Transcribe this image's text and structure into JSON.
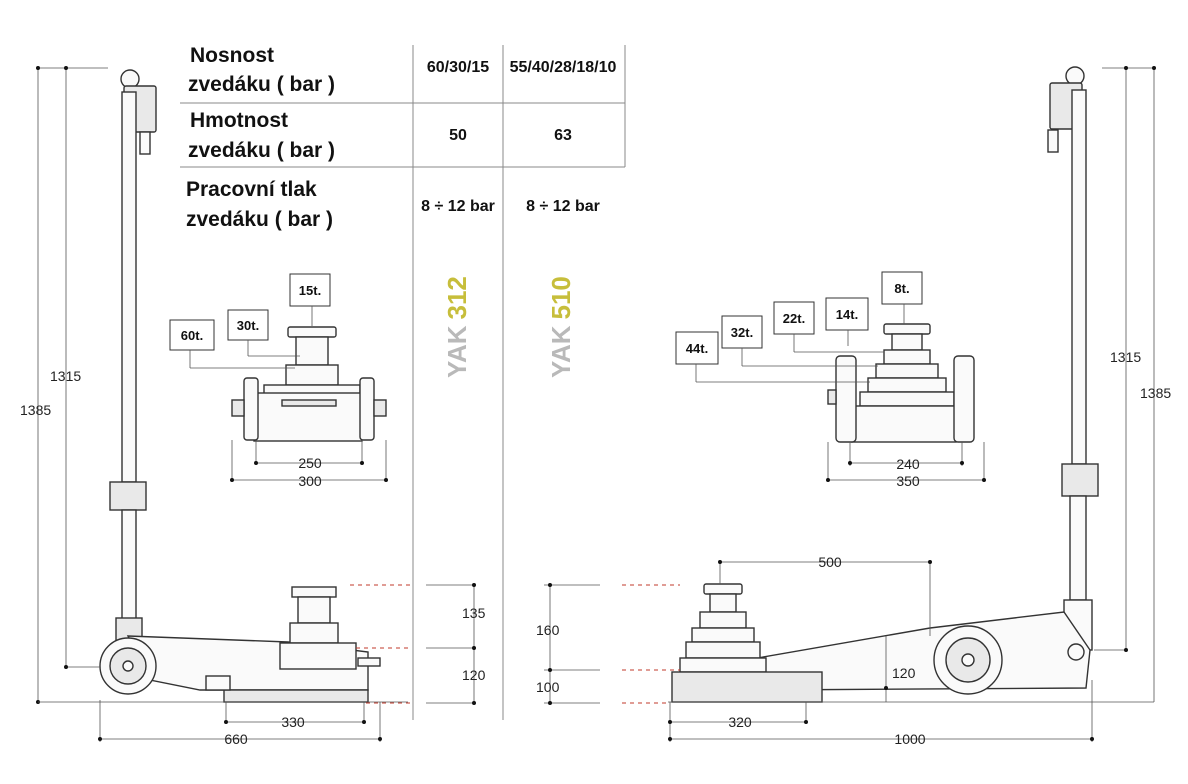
{
  "spec_table": {
    "rows": [
      {
        "label_line1": "Nosnost",
        "label_line2": "zvedáku ( bar )",
        "value_yak312": "60/30/15",
        "value_yak510": "55/40/28/18/10"
      },
      {
        "label_line1": "Hmotnost",
        "label_line2": "zvedáku ( bar )",
        "value_yak312": "50",
        "value_yak510": "63"
      },
      {
        "label_line1": "Pracovní tlak",
        "label_line2": "zvedáku ( bar )",
        "value_yak312": "8 ÷ 12 bar",
        "value_yak510": "8 ÷ 12 bar"
      }
    ]
  },
  "models": {
    "yak312": {
      "prefix": "YAK",
      "number": "312"
    },
    "yak510": {
      "prefix": "YAK",
      "number": "510"
    }
  },
  "left_jack": {
    "stage_tags": [
      "60t.",
      "30t.",
      "15t."
    ],
    "dims": {
      "height_total": "1385",
      "height_handle": "1315",
      "base_inner": "250",
      "base_outer": "300",
      "length_base": "330",
      "length_total": "660",
      "stroke": "135",
      "min_height": "120"
    }
  },
  "right_jack": {
    "stage_tags": [
      "44t.",
      "32t.",
      "22t.",
      "14t.",
      "8t."
    ],
    "dims": {
      "height_handle": "1315",
      "height_total": "1385",
      "base_inner": "240",
      "base_outer": "350",
      "reach": "500",
      "stroke": "160",
      "min_height": "100",
      "saddle_height": "120",
      "length_base": "320",
      "length_total": "1000"
    }
  },
  "colors": {
    "model_gray": "#b9b9b9",
    "model_yellow": "#c7be3b",
    "guide_red": "#c0392b"
  }
}
